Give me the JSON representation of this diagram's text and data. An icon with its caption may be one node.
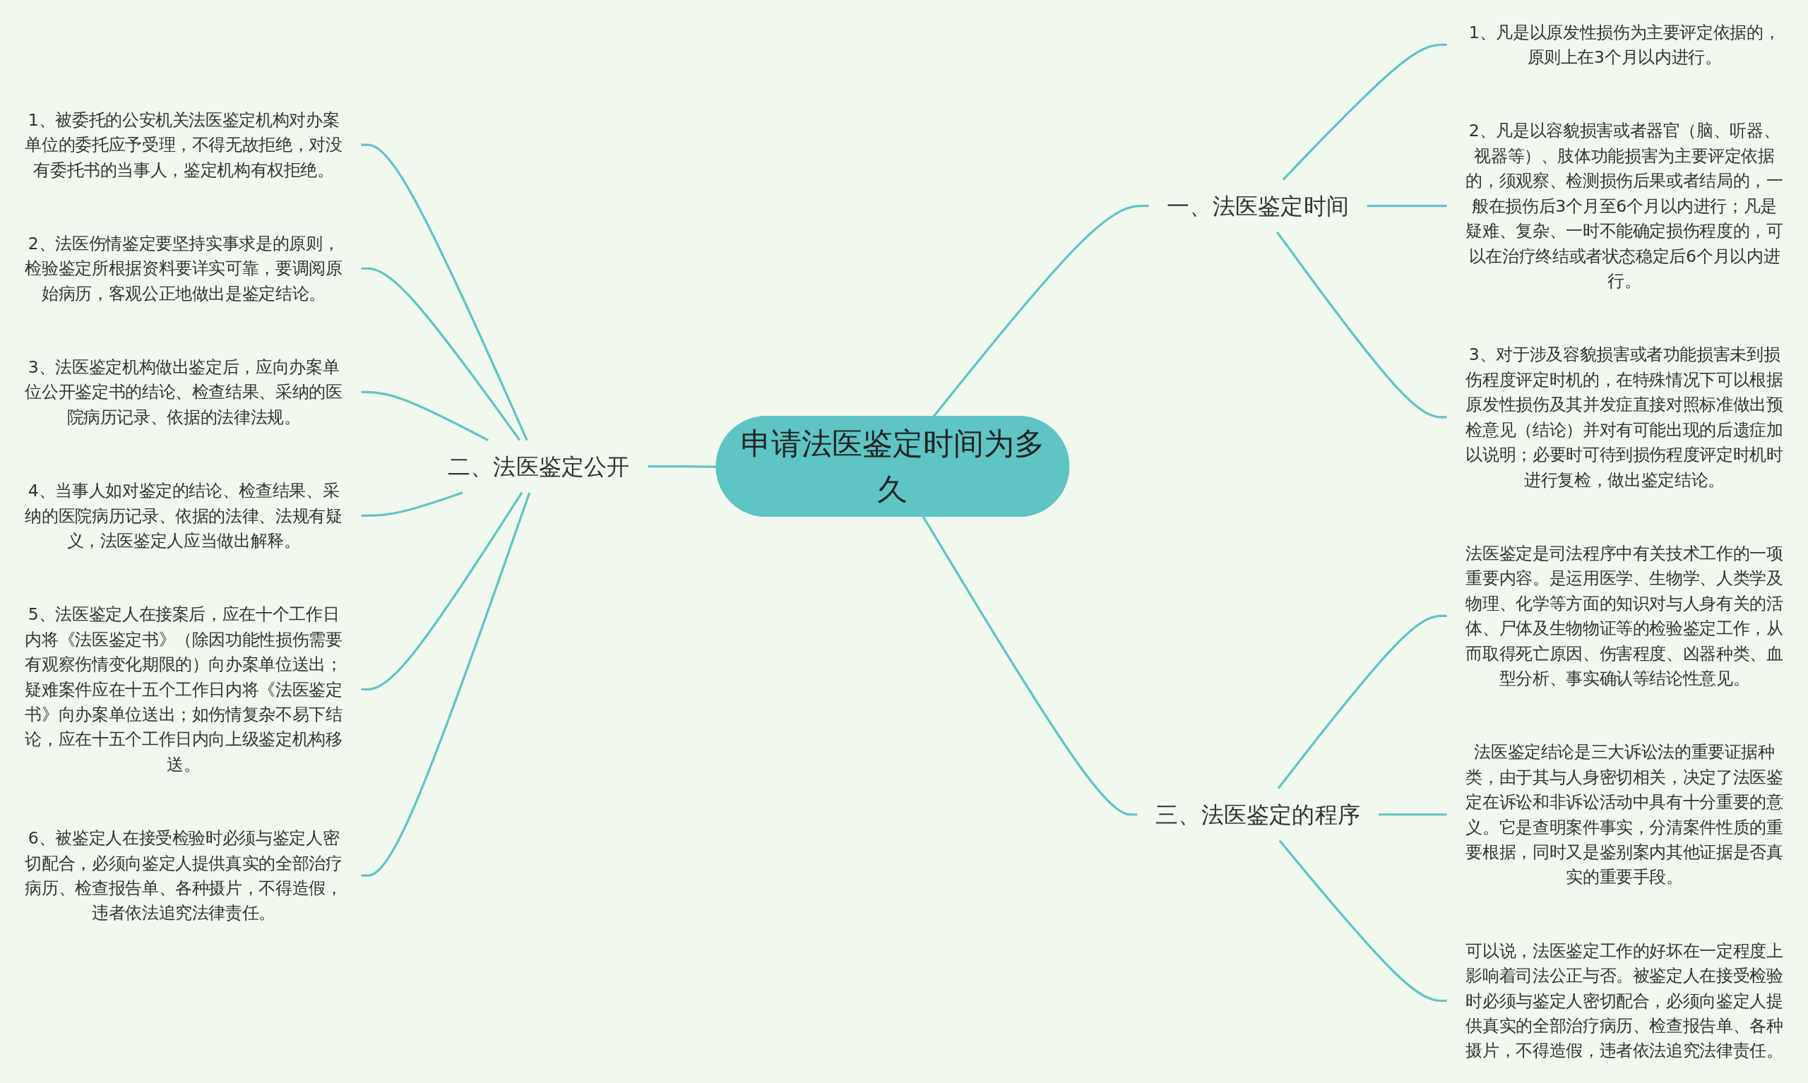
{
  "diagram": {
    "nodes": [
      {
        "text": [
          "申请法医鉴定时间为多久"
        ]
      },
      {
        "text": [
          "一、法医鉴定时间"
        ]
      },
      {
        "text": [
          "1、凡是以原发性损伤为主要评定依据的，原则上在3个月以内进行。"
        ]
      },
      {
        "text": [
          "2、凡是以容貌损害或者器官（脑、听器、视器等）、肢体功能损害为主要评定依据的，须观察、检测损伤后果或者结局的，一般在损伤后3个月至6个月以内进行；凡是疑难、复杂、一时不能确定损伤程度的，可以在治疗终结或者状态稳定后6个月以内进行。"
        ]
      },
      {
        "text": [
          "3、对于涉及容貌损害或者功能损害未到损伤程度评定时机的，在特殊情况下可以根据原发性损伤及其并发症直接对照标准做出预检意见（结论）并对有可能出现的后遗症加以说明；必要时可待到损伤程度评定时机时进行复检，做出鉴定结论。"
        ]
      },
      {
        "text": [
          "二、法医鉴定公开"
        ]
      },
      {
        "text": [
          "1、被委托的公安机关法医鉴定机构对办案单位的委托应予受理，不得无故拒绝，对没有委托书的当事人，鉴定机构有权拒绝。"
        ]
      },
      {
        "text": [
          "2、法医伤情鉴定要坚持实事求是的原则，检验鉴定所根据资料要详实可靠，要调阅原始病历，客观公正地做出是鉴定结论。"
        ]
      },
      {
        "text": [
          "3、法医鉴定机构做出鉴定后，应向办案单位公开鉴定书的结论、检查结果、采纳的医院病历记录、依据的法律法规。"
        ]
      },
      {
        "text": [
          "4、当事人如对鉴定的结论、检查结果、采纳的医院病历记录、依据的法律、法规有疑义，法医鉴定人应当做出解释。"
        ]
      },
      {
        "text": [
          "5、法医鉴定人在接案后，应在十个工作日内将《法医鉴定书》（除因功能性损伤需要有观察伤情变化期限的）向办案单位送出；疑难案件应在十五个工作日内将《法医鉴定书》向办案单位送出；如伤情复杂不易下结论，应在十五个工作日内向上级鉴定机构移送。"
        ]
      },
      {
        "text": [
          "6、被鉴定人在接受检验时必须与鉴定人密切配合，必须向鉴定人提供真实的全部治疗病历、检查报告单、各种摄片，不得造假，违者依法追究法律责任。"
        ]
      },
      {
        "text": [
          "三、法医鉴定的程序"
        ]
      },
      {
        "text": [
          "法医鉴定是司法程序中有关技术工作的一项重要内容。是运用医学、生物学、人类学及物理、化学等方面的知识对与人身有关的活体、尸体及生物物证等的检验鉴定工作，从而取得死亡原因、伤害程度、凶器种类、血型分析、事实确认等结论性意见。"
        ]
      },
      {
        "text": [
          "法医鉴定结论是三大诉讼法的重要证据种类，由于其与人身密切相关，决定了法医鉴定在诉讼和非诉讼活动中具有十分重要的意义。它是查明案件事实，分清案件性质的重要根据，同时又是鉴别案内其他证据是否真实的重要手段。"
        ]
      },
      {
        "text": [
          "可以说，法医鉴定工作的好坏在一定程度上影响着司法公正与否。被鉴定人在接受检验时必须与鉴定人密切配合，必须向鉴定人提供真实的全部治疗病历、检查报告单、各种摄片，不得造假，违者依法追究法律责任。"
        ]
      }
    ],
    "edges": [
      {
        "from": 0,
        "to": 1,
        "arrow": "none"
      },
      {
        "from": 1,
        "to": 2,
        "arrow": "none"
      },
      {
        "from": 1,
        "to": 3,
        "arrow": "none"
      },
      {
        "from": 1,
        "to": 4,
        "arrow": "none"
      },
      {
        "from": 0,
        "to": 5,
        "arrow": "none"
      },
      {
        "from": 5,
        "to": 6,
        "arrow": "none"
      },
      {
        "from": 5,
        "to": 7,
        "arrow": "none"
      },
      {
        "from": 5,
        "to": 8,
        "arrow": "none"
      },
      {
        "from": 5,
        "to": 9,
        "arrow": "none"
      },
      {
        "from": 5,
        "to": 10,
        "arrow": "none"
      },
      {
        "from": 5,
        "to": 11,
        "arrow": "none"
      },
      {
        "from": 0,
        "to": 12,
        "arrow": "none"
      },
      {
        "from": 12,
        "to": 13,
        "arrow": "none"
      },
      {
        "from": 12,
        "to": 14,
        "arrow": "none"
      },
      {
        "from": 12,
        "to": 15,
        "arrow": "none"
      }
    ]
  }
}
